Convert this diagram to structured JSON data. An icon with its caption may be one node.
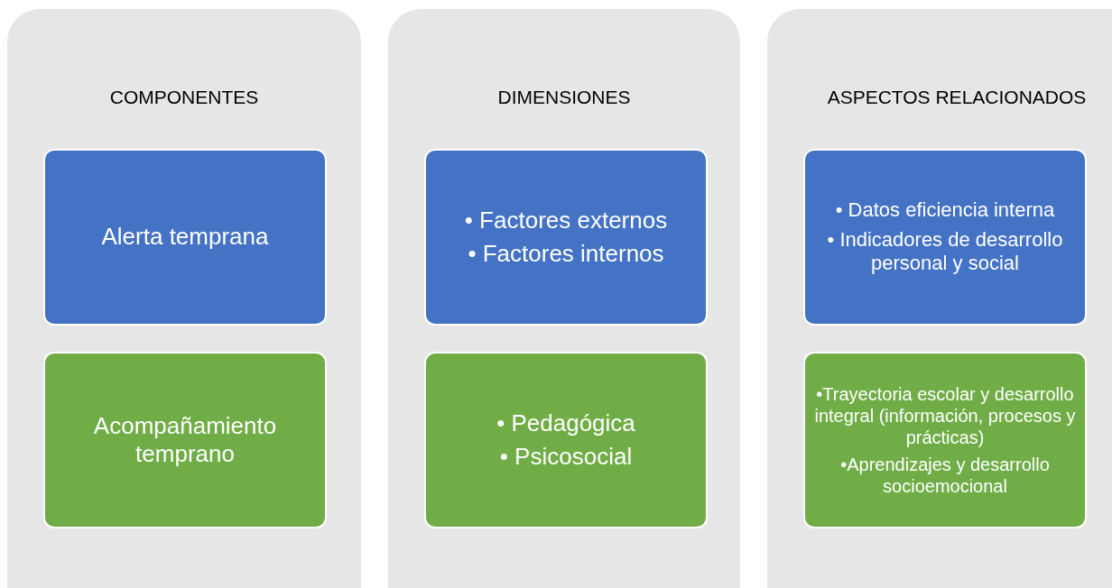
{
  "diagram": {
    "nodes": [
      {
        "text": [
          "COMPONENTES"
        ]
      },
      {
        "text": [
          "Alerta temprana"
        ],
        "in": 0
      },
      {
        "text": [
          "Acompañamiento temprano"
        ],
        "in": 0
      },
      {
        "text": [
          "DIMENSIONES"
        ]
      },
      {
        "text": [
          "• Factores externos",
          "• Factores internos"
        ],
        "in": 3
      },
      {
        "text": [
          "• Pedagógica",
          "• Psicosocial"
        ],
        "in": 3
      },
      {
        "text": [
          "ASPECTOS RELACIONADOS"
        ]
      },
      {
        "text": [
          "• Datos eficiencia interna",
          "• Indicadores de desarrollo personal y social"
        ],
        "in": 6
      },
      {
        "text": [
          "•Trayectoria escolar y desarrollo integral (información, procesos y prácticas)",
          "•Aprendizajes y desarrollo socioemocional"
        ],
        "in": 6
      }
    ]
  }
}
